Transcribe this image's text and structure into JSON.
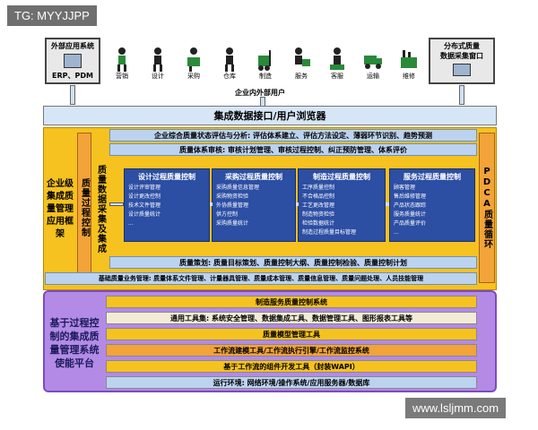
{
  "watermarks": {
    "top_left": "TG: MYYJJPP",
    "bottom_right": "www.lsljmm.com"
  },
  "top": {
    "left_system": {
      "title": "外部应用系统",
      "subtitle": "ERP、PDM"
    },
    "right_system": {
      "title": "分布式质量",
      "subtitle": "数据采集窗口"
    },
    "activities": [
      "营销",
      "设计",
      "采购",
      "仓库",
      "制造",
      "服务",
      "客服",
      "运输",
      "维修"
    ],
    "users_caption": "企业内外部用户"
  },
  "integration_bar": "集成数据接口/用户浏览器",
  "framework": {
    "left_label": "企业级集成质量管理应用框架",
    "process_control_label": "质量过程控制",
    "data_integration_label": "质量数据采集及集成",
    "pdca_label": "PDCA质量循环",
    "evaluation_row": "企业综合质量状态评估与分析: 评估体系建立、评估方法设定、薄弱环节识别、趋势预测",
    "system_row": "质量体系审核: 审核计划管理、审核过程控制、纠正预防管理、体系评价",
    "panels": [
      {
        "title": "设计过程质量控制",
        "items": [
          "设计评审管理",
          "设计更改控制",
          "技术文件管理",
          "设计质量统计",
          "..."
        ]
      },
      {
        "title": "采购过程质量控制",
        "items": [
          "采购质量信息管理",
          "采购物资检验",
          "外协质量管理",
          "供方控制",
          "采购质量统计"
        ]
      },
      {
        "title": "制造过程质量控制",
        "items": [
          "工序质量控制",
          "不合格品控制",
          "工艺更改管理",
          "制造物资检验",
          "检验数据统计",
          "制造过程质量目标管理"
        ]
      },
      {
        "title": "服务过程质量控制",
        "items": [
          "顾客管理",
          "售后维修管理",
          "产品状态跟踪",
          "服务质量统计",
          "产品质量评价",
          "..."
        ]
      }
    ],
    "plan_row": "质量策划: 质量目标策划、质量控制大纲、质量控制检验、质量控制计划",
    "basic_row": "基础质量业务管理: 质量体系文件管理、计量器具管理、质量成本管理、质量信息管理、质量问题处理、人员技能管理"
  },
  "platform": {
    "label": "基于过程控制的集成质量管理系统使能平台",
    "rows": [
      "制造服务质量控制系统",
      "通用工具集: 系统安全管理、数据集成工具、数据管理工具、图形报表工具等",
      "质量模型管理工具",
      "工作流建模工具/工作流执行引擎/工作流监控系统",
      "基于工作流的组件开发工具（封装WAPI）",
      "运行环境: 网络环境/操作系统/应用服务器/数据库"
    ]
  },
  "colors": {
    "yellow": "#f6c21f",
    "blue_panel": "#2c4ea3",
    "light_blue": "#bcd3ef",
    "purple": "#b38be6",
    "orange": "#f2a33a",
    "integration": "#d7e6f6"
  }
}
